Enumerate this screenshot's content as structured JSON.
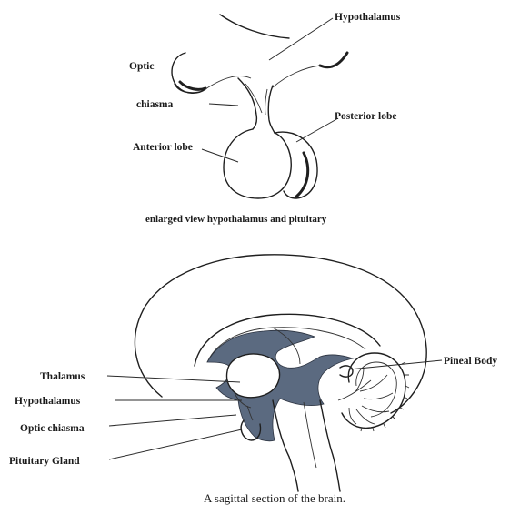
{
  "top_diagram": {
    "labels": {
      "hypothalamus": "Hypothalamus",
      "optic": "Optic",
      "chiasma": "chiasma",
      "posterior_lobe": "Posterior lobe",
      "anterior_lobe": "Anterior lobe"
    },
    "caption": "enlarged view hypothalamus and pituitary"
  },
  "bottom_diagram": {
    "labels": {
      "thalamus": "Thalamus",
      "hypothalamus": "Hypothalamus",
      "optic_chiasma": "Optic chiasma",
      "pituitary_gland": "Pituitary Gland",
      "pineal_body": "Pineal Body"
    },
    "caption": "A sagittal section of the brain."
  },
  "colors": {
    "shading": "#5b6a80",
    "ink": "#1f1f1f",
    "background": "#ffffff"
  }
}
